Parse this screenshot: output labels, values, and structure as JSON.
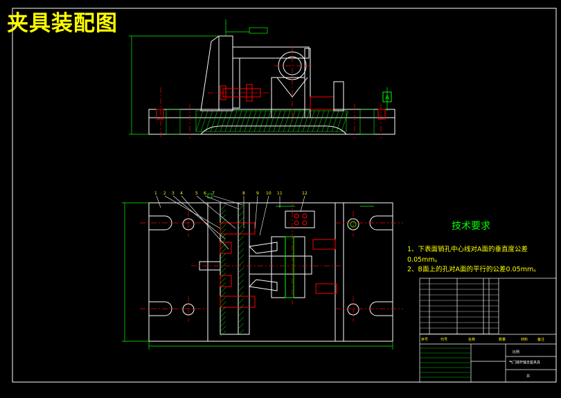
{
  "drawing": {
    "title": "夹具装配图",
    "colors": {
      "background": "#000000",
      "frame": "#ffffff",
      "centerline": "#ff0000",
      "dimension": "#00ff00",
      "part": "#ffffff",
      "hatch": "#00ff00",
      "text": "#ffff00",
      "fastener": "#ff0000"
    }
  },
  "tech_requirements": {
    "title": "技术要求",
    "line1": "1、下表面销孔中心线对A面的垂直度公差",
    "line2": "0.05mm。",
    "line3": "2、B面上的孔对A面的平行的公差0.05mm。"
  },
  "balloons": [
    "1",
    "2",
    "3",
    "4",
    "5",
    "6",
    "7",
    "8",
    "9",
    "10",
    "11",
    "12"
  ],
  "datum_label": "A",
  "title_block": {
    "product_name": "气门摇杆轴支座夹具",
    "header_cells": [
      "序号",
      "代号",
      "名称",
      "数量",
      "材料",
      "备注"
    ],
    "sheet_label": "共",
    "scale_label": "比例"
  }
}
